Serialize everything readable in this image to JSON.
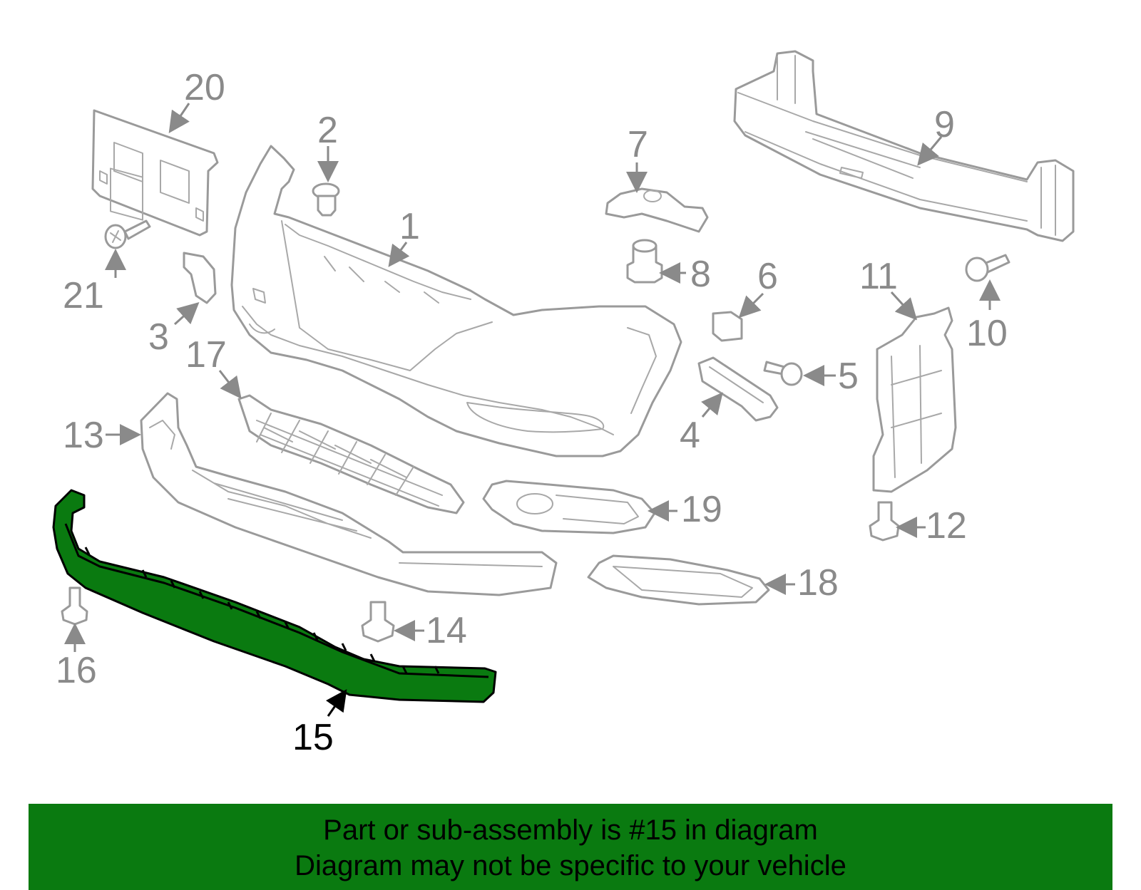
{
  "highlight_color": "#0a7a10",
  "highlighted_part": "15",
  "callouts": {
    "c1": "1",
    "c2": "2",
    "c3": "3",
    "c4": "4",
    "c5": "5",
    "c6": "6",
    "c7": "7",
    "c8": "8",
    "c9": "9",
    "c10": "10",
    "c11": "11",
    "c12": "12",
    "c13": "13",
    "c14": "14",
    "c15": "15",
    "c16": "16",
    "c17": "17",
    "c18": "18",
    "c19": "19",
    "c20": "20",
    "c21": "21"
  },
  "banner": {
    "line1": "Part or sub-assembly is #15 in diagram",
    "line2": "Diagram may not be specific to your vehicle"
  }
}
